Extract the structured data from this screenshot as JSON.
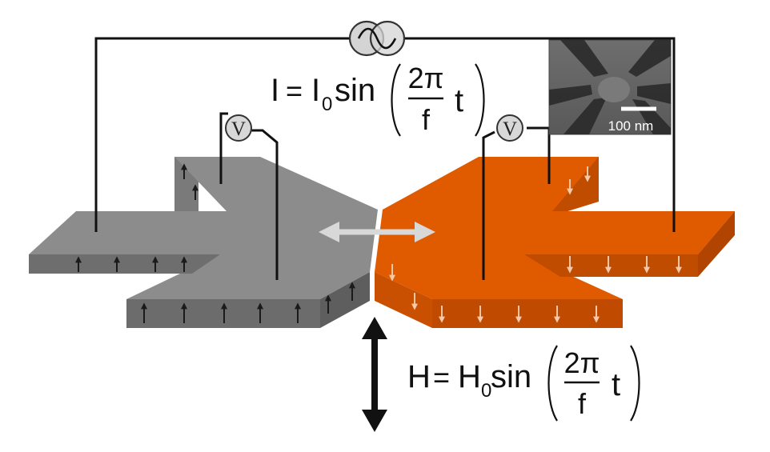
{
  "current_equation": {
    "lhs": "I",
    "equals": "=",
    "amplitude": "I",
    "amplitude_sub": "0",
    "func": "sin",
    "numerator": "2π",
    "denominator": "f",
    "var": "t"
  },
  "field_equation": {
    "lhs": "H",
    "equals": "=",
    "amplitude": "H",
    "amplitude_sub": "0",
    "func": "sin",
    "numerator": "2π",
    "denominator": "f",
    "var": "t"
  },
  "voltmeter_left_label": "V",
  "voltmeter_right_label": "V",
  "sem_inset": {
    "scale_bar_label": "100 nm"
  },
  "colors": {
    "left_top": "#8c8c8c",
    "left_front": "#6c6c6c",
    "left_back": "#777777",
    "right_top": "#e05a00",
    "right_front": "#bf4a00",
    "right_back": "#c85000",
    "wire": "#111111",
    "double_arrow": "#d8d8d8",
    "arrows_left": "#1a1a1a",
    "arrows_right": "#f8c8a8"
  },
  "icons": {
    "ac_source": "ac-source-icon",
    "voltmeter": "voltmeter-icon",
    "field_arrow": "double-arrow-icon"
  }
}
